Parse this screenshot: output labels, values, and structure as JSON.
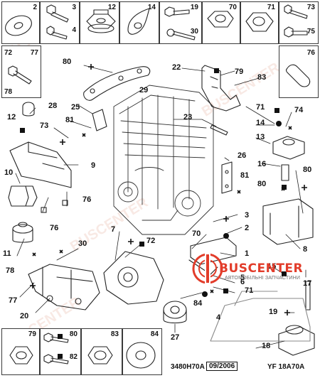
{
  "diagram": {
    "top_boxes": [
      {
        "id": "box-2",
        "num": "2"
      },
      {
        "id": "box-3-4",
        "num_a": "3",
        "num_b": "4"
      },
      {
        "id": "box-12",
        "num": "12"
      },
      {
        "id": "box-14",
        "num": "14"
      },
      {
        "id": "box-19-30",
        "num_a": "19",
        "num_b": "30"
      },
      {
        "id": "box-70",
        "num": "70"
      },
      {
        "id": "box-71",
        "num": "71"
      },
      {
        "id": "box-73-75",
        "num_a": "73",
        "num_b": "75"
      },
      {
        "id": "box-72-77-78",
        "num_a": "72",
        "num_b": "77",
        "num_c": "78"
      },
      {
        "id": "box-76",
        "num": "76"
      }
    ],
    "bottom_boxes": [
      {
        "id": "box-79",
        "num": "79"
      },
      {
        "id": "box-80-82",
        "num_a": "80",
        "num_b": "82"
      },
      {
        "id": "box-83",
        "num": "83"
      },
      {
        "id": "box-84",
        "num": "84"
      }
    ],
    "callouts": {
      "c80_top": "80",
      "c29": "29",
      "c22": "22",
      "c79": "79",
      "c83": "83",
      "c12": "12",
      "c28": "28",
      "c25": "25",
      "c81a": "81",
      "c73": "73",
      "c23": "23",
      "c71": "71",
      "c74": "74",
      "c14": "14",
      "c13": "13",
      "c9": "9",
      "c10": "10",
      "c26": "26",
      "c81b": "81",
      "c16": "16",
      "c80_mid": "80",
      "c80_right": "80",
      "c76a": "76",
      "c76b": "76",
      "c3": "3",
      "c2": "2",
      "c7": "7",
      "c70": "70",
      "c1": "1",
      "c72": "72",
      "c30": "30",
      "c11": "11",
      "c78": "78",
      "c8": "8",
      "c15": "15",
      "c77": "77",
      "c6": "6",
      "c5": "5",
      "c71b": "71",
      "c84": "84",
      "c4": "4",
      "c17": "17",
      "c19": "19",
      "c20": "20",
      "c27": "27",
      "c18": "18"
    },
    "footer": {
      "code_left": "3480H70A",
      "date": "09/2006",
      "code_right": "YF 18A70A"
    },
    "brand": {
      "name": "BUSCENTER",
      "tagline": "АВТОМОБІЛЬНІ ЗАПЧАСТИНИ",
      "watermark": "BUSCENTER"
    },
    "colors": {
      "line": "#222222",
      "brand_red": "#e23c2a",
      "callout_marker": "#111111"
    }
  }
}
